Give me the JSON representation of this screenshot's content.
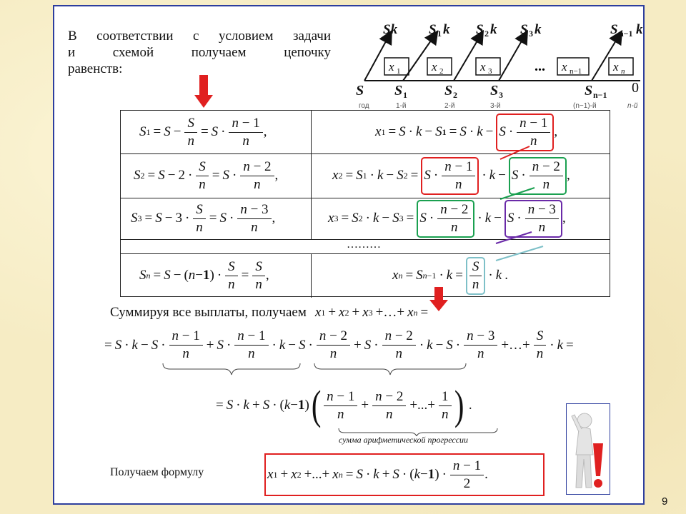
{
  "intro": {
    "line1": "В соответствии с условием задачи",
    "line2": "и схемой получаем цепочку",
    "line3": "равенств:"
  },
  "diagram": {
    "top": [
      "Sk",
      "S",
      "k",
      "S",
      "k",
      "S",
      "k",
      "S",
      "n−1",
      "k"
    ],
    "boxes": [
      "x",
      "1",
      "x",
      "2",
      "x",
      "3",
      "x",
      "n−1",
      "x",
      "n"
    ],
    "dots": "...",
    "bottom": [
      "S",
      "S",
      "1",
      "S",
      "2",
      "S",
      "3",
      "S",
      "n−1",
      "0"
    ],
    "years": [
      "год",
      "1-й",
      "2-й",
      "3-й",
      "(n−1)-й",
      "n-й"
    ]
  },
  "table": {
    "dots": "………"
  },
  "sum": {
    "label": "Суммируя все выплаты, получаем",
    "caption": "сумма арифметической прогрессии"
  },
  "result": {
    "label": "Получаем формулу"
  },
  "page": {
    "number": "9"
  },
  "colors": {
    "frame": "#2d3e9e",
    "arrow": "#e02020",
    "box_red": "#e02020",
    "box_green": "#1aa050",
    "box_purple": "#6a2aa8",
    "box_cyan": "#7ec0c8"
  }
}
